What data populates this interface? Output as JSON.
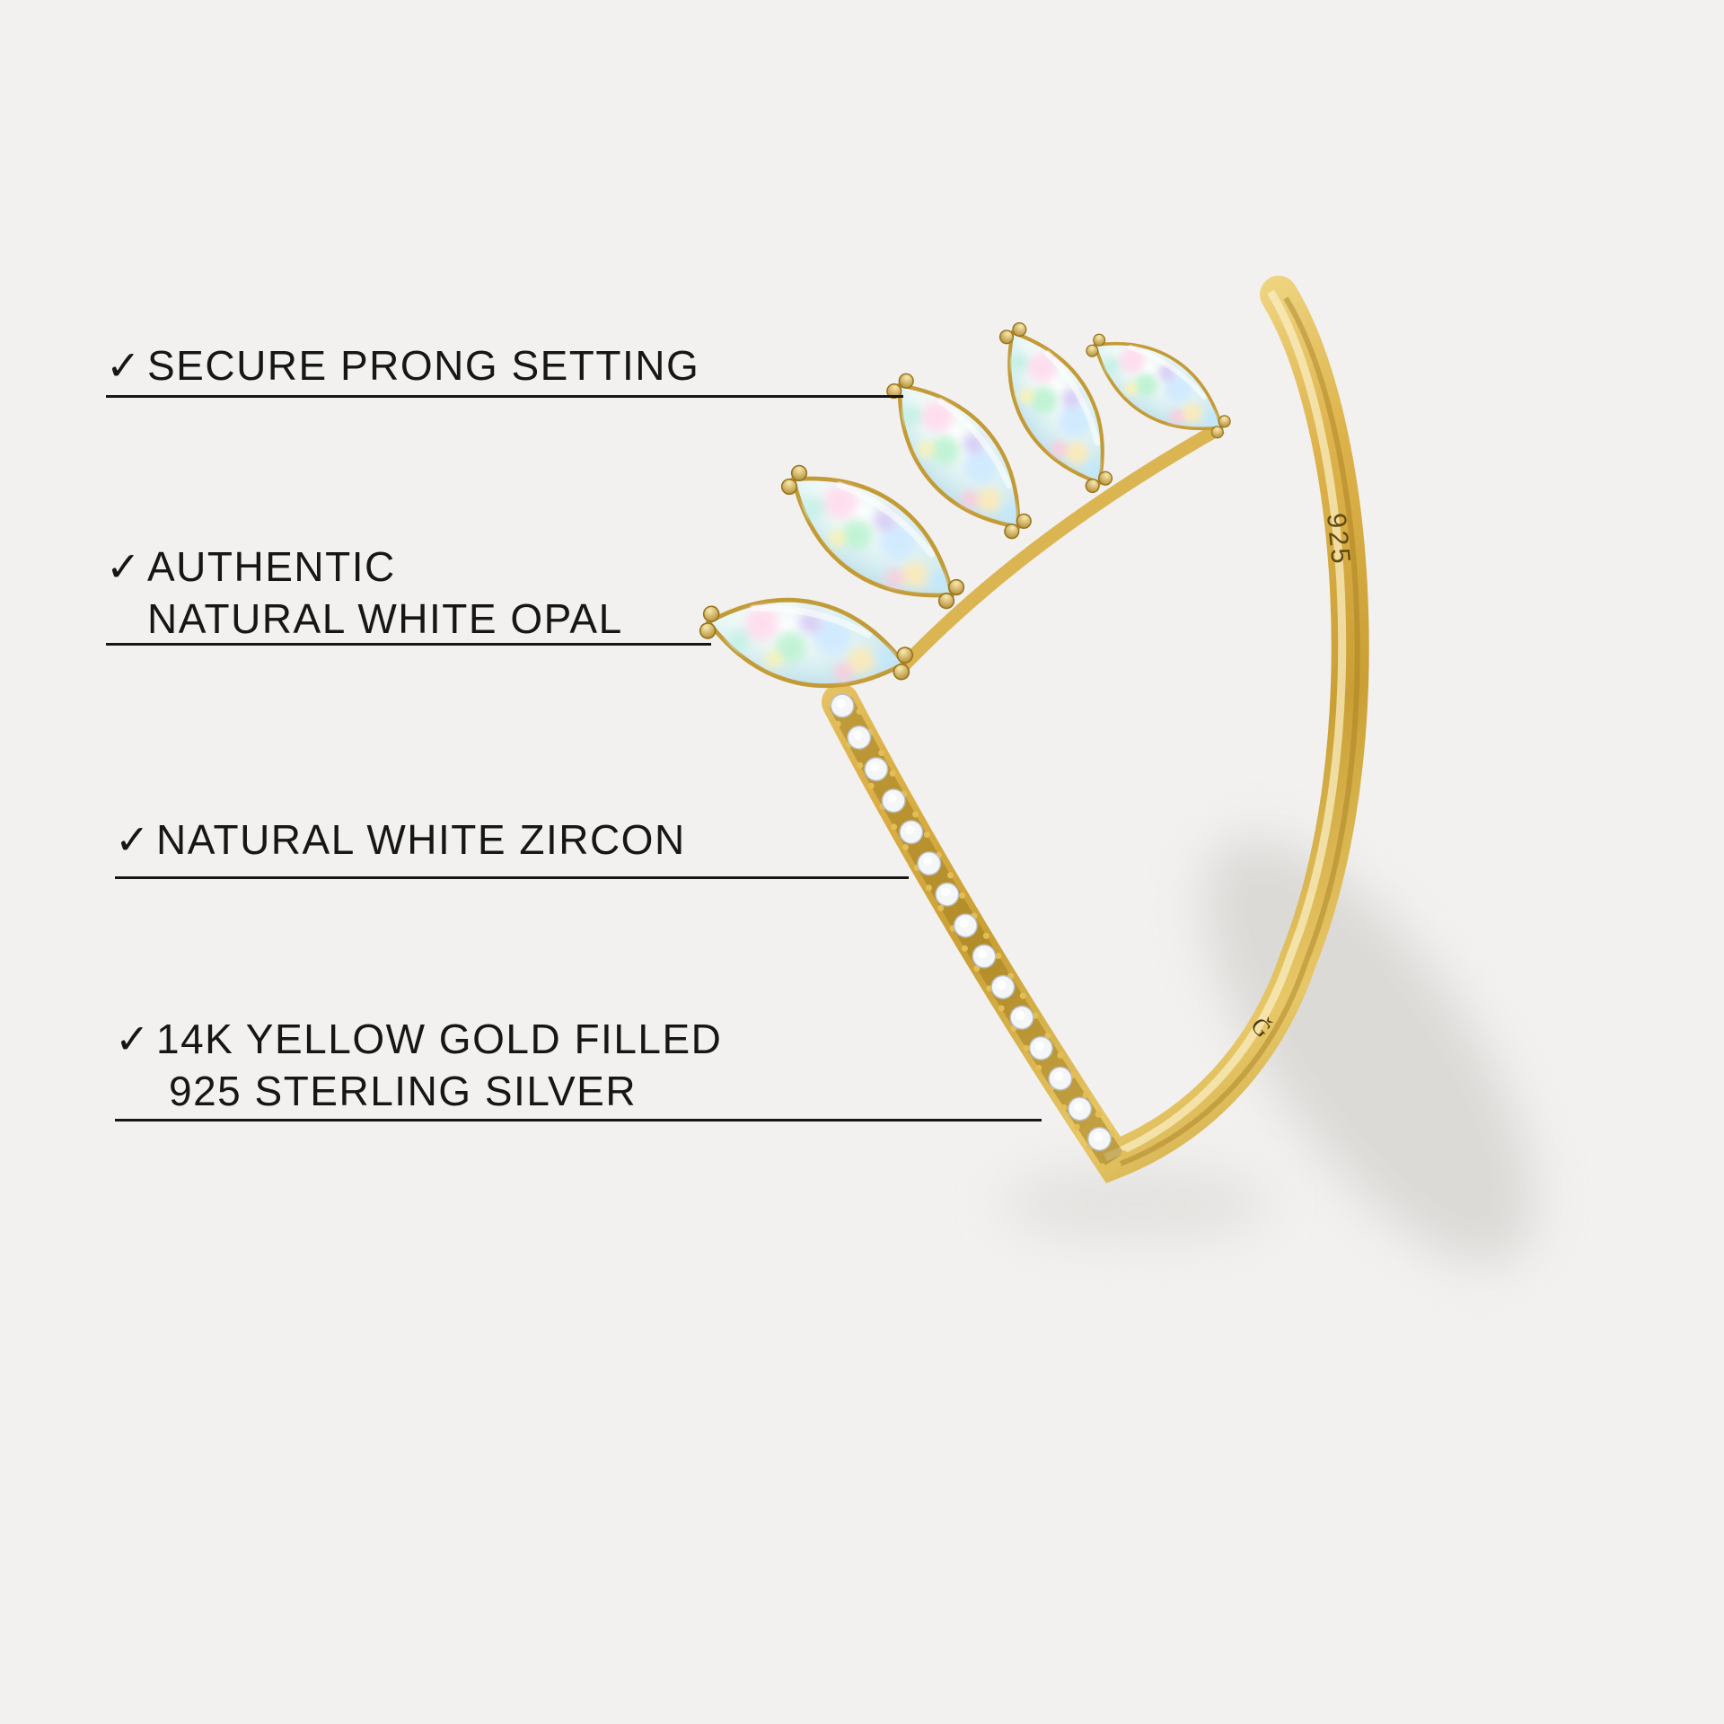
{
  "page": {
    "background": "#f2f1ef"
  },
  "features": [
    {
      "check": "✓",
      "lines": [
        "SECURE PRONG SETTING"
      ]
    },
    {
      "check": "✓",
      "lines": [
        "AUTHENTIC",
        "NATURAL WHITE OPAL"
      ]
    },
    {
      "check": "✓",
      "lines": [
        "NATURAL WHITE ZIRCON"
      ]
    },
    {
      "check": "✓",
      "lines": [
        "14K YELLOW GOLD FILLED",
        "925 STERLING SILVER"
      ]
    }
  ],
  "ring": {
    "hallmark": "925",
    "maker_mark": "Ǧ",
    "opal_count": 5,
    "colors": {
      "gold_light": "#fdf3c9",
      "gold_mid": "#ddb24a",
      "gold_dark": "#b8892a",
      "opal_base": "#dff2f4",
      "zircon": "#ffffff",
      "text": "#161616",
      "background": "#f2f1ef"
    }
  }
}
